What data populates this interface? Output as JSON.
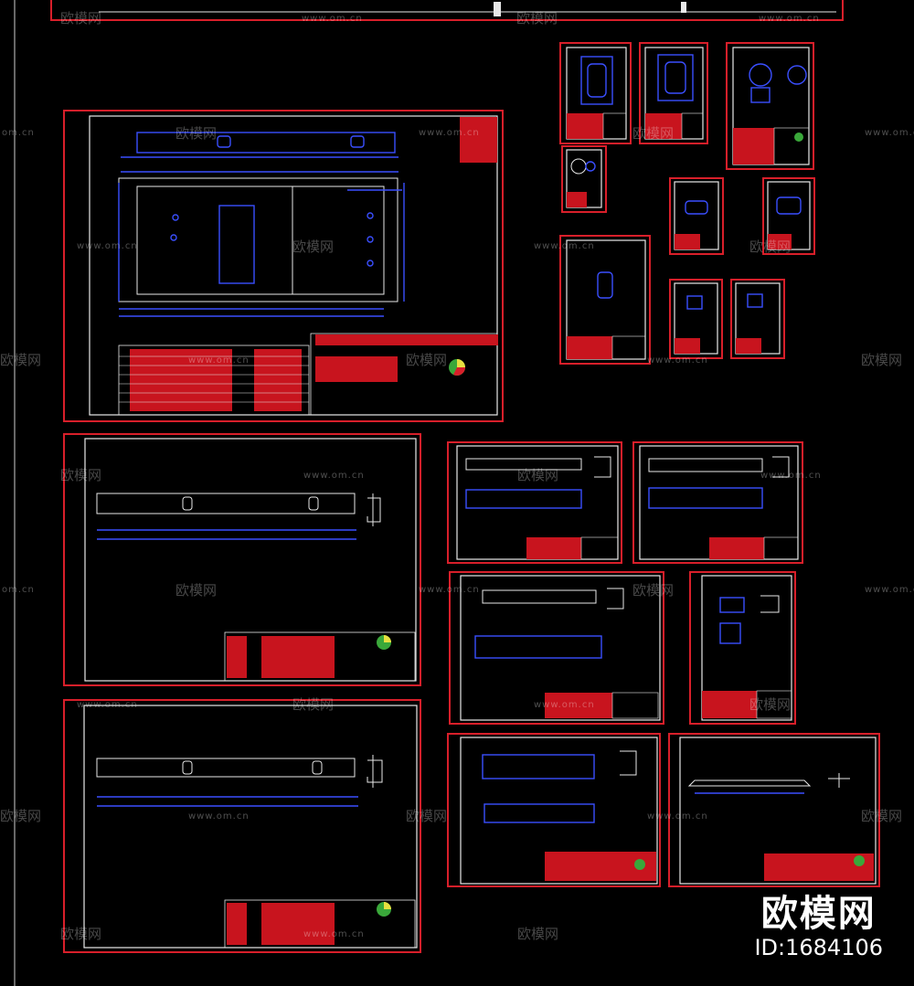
{
  "colors": {
    "background": "#000000",
    "sheet_border": "#d81f2a",
    "inner_border": "#e8e8e8",
    "geometry": "#3a4fff",
    "title_block_fill": "#c8141e"
  },
  "watermark": {
    "brand_text": "欧模网",
    "url_text": "www.om.cn",
    "url_short": "om.cn"
  },
  "brand": {
    "logo_text": "欧模网",
    "id_text": "ID:1684106"
  }
}
